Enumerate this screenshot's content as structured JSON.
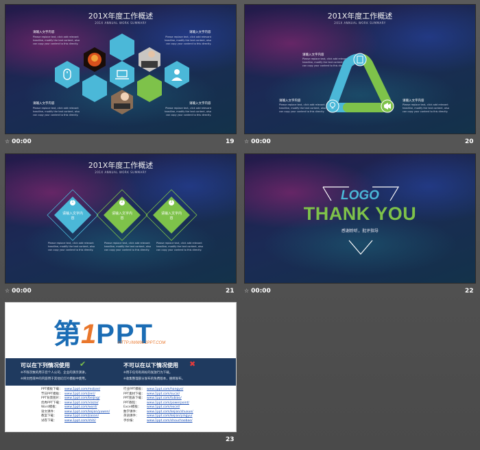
{
  "slides": {
    "s19": {
      "title": "201X年度工作概述",
      "subtitle": "201X ANNUAL WORK SUMMARY",
      "heading": "请输入文字内容",
      "body": "Please replace text, click add relevant headline, modify the text content, also can copy your content to this directly.",
      "time": "00:00",
      "number": "19"
    },
    "s20": {
      "title": "201X年度工作概述",
      "subtitle": "201X ANNUAL WORK SUMMARY",
      "heading": "请输入文字内容",
      "body": "Please replace text, click add relevant headline, modify the text content, also can copy your content to this directly.",
      "time": "00:00",
      "number": "20"
    },
    "s21": {
      "title": "201X年度工作概述",
      "subtitle": "201X ANNUAL WORK SUMMARY",
      "diamond_label": "请输入文字内容",
      "markers": [
        "1",
        "2",
        "3"
      ],
      "body": "Please replace text, click add relevant headline, modify the text content, also can copy your content to this directly.",
      "time": "00:00",
      "number": "21"
    },
    "s22": {
      "logo": "LOGO",
      "thanks": "THANK YOU",
      "caption": "感谢聆听，批评指导",
      "time": "00:00",
      "number": "22"
    },
    "s23": {
      "brand_a": "第",
      "brand_b": "1",
      "brand_c": "PPT",
      "brand_url": "HTTP://WWW.1PPT.COM",
      "can_title": "可以在下列情况使用",
      "can_1": "※不限次数的用于您个人公司、企业的演示演讲。",
      "can_2": "※将文档或中的内容用于其他幻灯片模板中使用。",
      "cannot_title": "不可以在以下情况使用",
      "cannot_1": "※用于任何有商标的发放行为下载。",
      "cannot_2": "※收集整理部分发布的免费版本，捆绑发布。",
      "links_left": [
        {
          "label": "PPT模板下载：",
          "url": "www.1ppt.com/moban/"
        },
        {
          "label": "节日PPT模板：",
          "url": "www.1ppt.com/jieri/"
        },
        {
          "label": "PPT背景图片：",
          "url": "www.1ppt.com/beijing/"
        },
        {
          "label": "优秀PPT下载：",
          "url": "www.1ppt.com/xiazai/"
        },
        {
          "label": "Word模板：",
          "url": "www.1ppt.com/word/"
        },
        {
          "label": "语文课件：",
          "url": "www.1ppt.com/kejian/yuwen/"
        },
        {
          "label": "教案下载：",
          "url": "www.1ppt.com/jiaoan/"
        },
        {
          "label": "试卷下载：",
          "url": "www.1ppt.com/shiti/"
        }
      ],
      "links_right": [
        {
          "label": "行业PPT模板：",
          "url": "www.1ppt.com/hangye/"
        },
        {
          "label": "PPT素材下载：",
          "url": "www.1ppt.com/sucai/"
        },
        {
          "label": "PPT图表下载：",
          "url": "www.1ppt.com/tubiao/"
        },
        {
          "label": "PPT教程：",
          "url": "www.1ppt.com/powerpoint/"
        },
        {
          "label": "Excel模板：",
          "url": "www.1ppt.com/excel/"
        },
        {
          "label": "数学课件：",
          "url": "www.1ppt.com/kejian/shuxue/"
        },
        {
          "label": "英语课件：",
          "url": "www.1ppt.com/kejian/yingyu/"
        },
        {
          "label": "手抄报：",
          "url": "www.1ppt.com/shouchaobao/"
        }
      ],
      "number": "23"
    }
  },
  "colors": {
    "hex_blue": "#4bb8d8",
    "hex_green": "#7ec24a",
    "brand_blue": "#1b6db5",
    "brand_orange": "#e9762b",
    "navy": "#1f3a5f"
  }
}
